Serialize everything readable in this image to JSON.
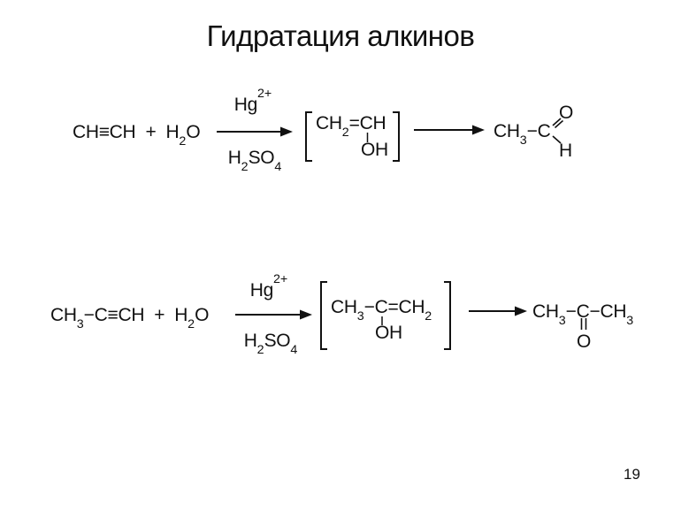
{
  "slide": {
    "title": "Гидратация алкинов",
    "page_number": "19",
    "background_color": "#ffffff",
    "text_color": "#111111"
  },
  "reaction1": {
    "reactants": "CH≡CH  +  H₂O",
    "arrow": {
      "catalyst": "Hg²⁺",
      "medium": "H₂SO₄"
    },
    "intermediate": {
      "main": "CH₂=CH",
      "substituent": "OH"
    },
    "product": {
      "main": "CH₃−C",
      "top_atom": "O",
      "bottom_atom": "H"
    }
  },
  "reaction2": {
    "reactants": "CH₃−C≡CH  +  H₂O",
    "arrow": {
      "catalyst": "Hg²⁺",
      "medium": "H₂SO₄"
    },
    "intermediate": {
      "main": "CH₃−C=CH₂",
      "substituent": "OH"
    },
    "product": {
      "main": "CH₃−C−CH₃",
      "bottom_atom": "O"
    }
  }
}
